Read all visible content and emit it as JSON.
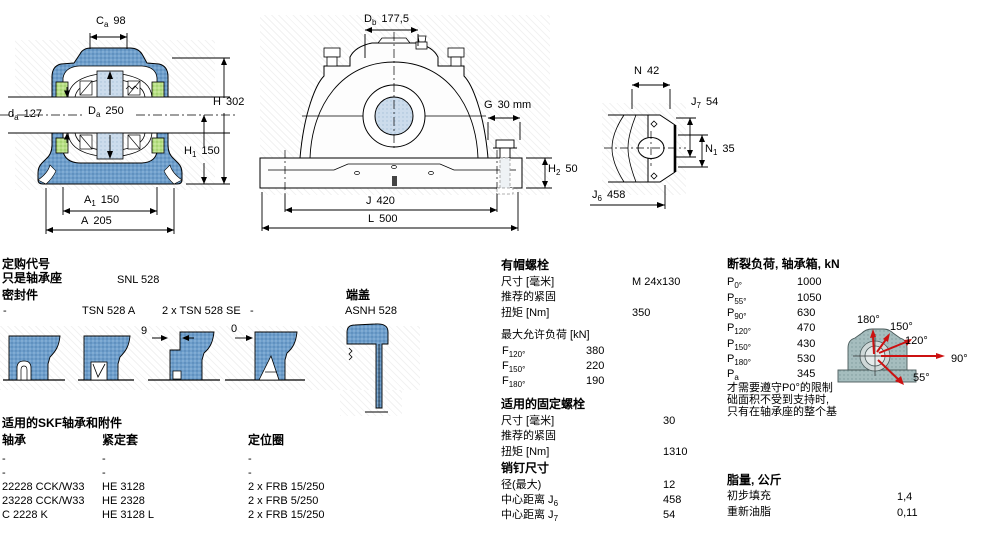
{
  "dims": {
    "ca": {
      "sym": "C",
      "sub": "a",
      "val": "98"
    },
    "da": {
      "sym": "d",
      "sub": "a",
      "val": "127"
    },
    "Da": {
      "sym": "D",
      "sub": "a",
      "val": "250"
    },
    "H": {
      "sym": "H",
      "sub": "",
      "val": "302"
    },
    "H1": {
      "sym": "H",
      "sub": "1",
      "val": "150"
    },
    "A1": {
      "sym": "A",
      "sub": "1",
      "val": "150"
    },
    "A": {
      "sym": "A",
      "sub": "",
      "val": "205"
    },
    "Db": {
      "sym": "D",
      "sub": "b",
      "val": "177,5"
    },
    "G": {
      "sym": "G",
      "sub": "",
      "val": "30 mm"
    },
    "H2": {
      "sym": "H",
      "sub": "2",
      "val": "50"
    },
    "J": {
      "sym": "J",
      "sub": "",
      "val": "420"
    },
    "L": {
      "sym": "L",
      "sub": "",
      "val": "500"
    },
    "N": {
      "sym": "N",
      "sub": "",
      "val": "42"
    },
    "J7": {
      "sym": "J",
      "sub": "7",
      "val": "54"
    },
    "N1": {
      "sym": "N",
      "sub": "1",
      "val": "35"
    },
    "J6": {
      "sym": "J",
      "sub": "6",
      "val": "458"
    }
  },
  "ordering": {
    "title": "定购代号",
    "housing_only_label": "只是轴承座",
    "housing_only_value": "SNL 528",
    "seals_label": "密封件",
    "seal_options": [
      "-",
      "TSN 528 A",
      "2 x TSN 528 SE",
      "-"
    ],
    "seal_dims": [
      "9",
      "0"
    ],
    "end_cover_label": "端盖",
    "end_cover_value": "ASNH 528"
  },
  "bearings_table": {
    "title": "适用的SKF轴承和附件",
    "headers": [
      "轴承",
      "紧定套",
      "定位圈"
    ],
    "rows": [
      [
        "-",
        "-",
        "-"
      ],
      [
        "-",
        "-",
        "-"
      ],
      [
        "22228 CCK/W33",
        "HE 3128",
        "2 x FRB 15/250"
      ],
      [
        "23228 CCK/W33",
        "HE 2328",
        "2 x FRB 5/250"
      ],
      [
        "C 2228 K",
        "HE 3128 L",
        "2 x FRB 15/250"
      ]
    ]
  },
  "cap_bolts": {
    "title": "有帽螺栓",
    "size_label": "尺寸 [毫米]",
    "size_value": "M 24x130",
    "recommend_label": "推荐的紧固",
    "torque_label": "扭矩 [Nm]",
    "torque_value": "350",
    "max_load_title": "最大允许负荷 [kN]",
    "loads": [
      {
        "sym": "F",
        "sub": "120°",
        "val": "380"
      },
      {
        "sym": "F",
        "sub": "150°",
        "val": "220"
      },
      {
        "sym": "F",
        "sub": "180°",
        "val": "190"
      }
    ]
  },
  "fixing_bolts": {
    "title": "适用的固定螺栓",
    "size_label": "尺寸 [毫米]",
    "size_value": "30",
    "recommend_label": "推荐的紧固",
    "torque_label": "扭矩 [Nm]",
    "torque_value": "1310"
  },
  "pins": {
    "title": "销钉尺寸",
    "rows": [
      {
        "label": "径(最大)",
        "sub": "",
        "val": "12"
      },
      {
        "label": "中心距离 J",
        "sub": "6",
        "val": "458"
      },
      {
        "label": "中心距离 J",
        "sub": "7",
        "val": "54"
      }
    ]
  },
  "breaking_loads": {
    "title": "断裂负荷, 轴承箱, kN",
    "rows": [
      {
        "sym": "P",
        "sub": "0°",
        "val": "1000"
      },
      {
        "sym": "P",
        "sub": "55°",
        "val": "1050"
      },
      {
        "sym": "P",
        "sub": "90°",
        "val": "630"
      },
      {
        "sym": "P",
        "sub": "120°",
        "val": "470"
      },
      {
        "sym": "P",
        "sub": "150°",
        "val": "430"
      },
      {
        "sym": "P",
        "sub": "180°",
        "val": "530"
      },
      {
        "sym": "P",
        "sub": "a",
        "val": "345"
      }
    ],
    "note_lines": [
      "才需要遵守P0°的限制",
      "础面积不受到支持时,",
      "只有在轴承座的整个基"
    ],
    "angle_labels": [
      "180°",
      "150°",
      "120°",
      "90°",
      "55°"
    ]
  },
  "grease": {
    "title": "脂量, 公斤",
    "rows": [
      {
        "label": "初步填充",
        "val": "1,4"
      },
      {
        "label": "重新油脂",
        "val": "0,11"
      }
    ]
  },
  "colors": {
    "housing_blue": "#6f9fcc",
    "seal_green": "#b8e086",
    "bearing_light_blue": "#ccdcec",
    "load_housing_teal": "#a5bdbe",
    "load_arrow_red": "#cc1111"
  }
}
